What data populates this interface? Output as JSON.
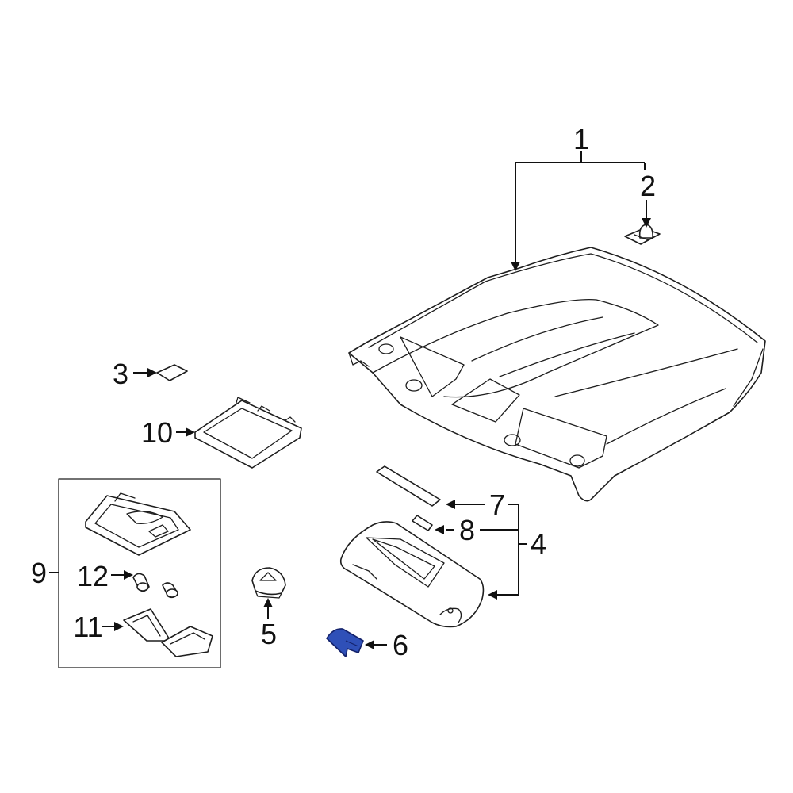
{
  "diagram": {
    "callouts": [
      {
        "id": "c1",
        "label": "1"
      },
      {
        "id": "c2",
        "label": "2"
      },
      {
        "id": "c3",
        "label": "3"
      },
      {
        "id": "c4",
        "label": "4"
      },
      {
        "id": "c5",
        "label": "5"
      },
      {
        "id": "c6",
        "label": "6"
      },
      {
        "id": "c7",
        "label": "7"
      },
      {
        "id": "c8",
        "label": "8"
      },
      {
        "id": "c9",
        "label": "9"
      },
      {
        "id": "c10",
        "label": "10"
      },
      {
        "id": "c11",
        "label": "11"
      },
      {
        "id": "c12",
        "label": "12"
      }
    ],
    "highlight_color": "#2f50b8",
    "line_color": "#1e1e1e"
  }
}
